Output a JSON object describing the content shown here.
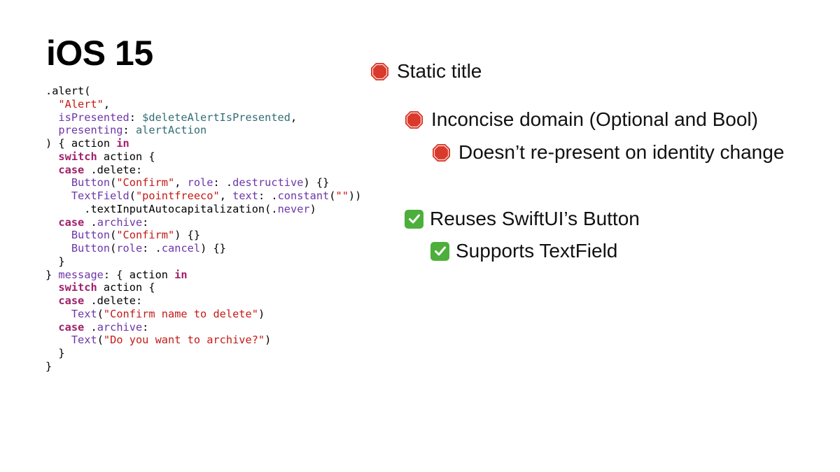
{
  "slide": {
    "title": "iOS 15",
    "code_lines": [
      [
        {
          "t": ".alert(",
          "c": "plain"
        }
      ],
      [
        {
          "t": "  ",
          "c": "plain"
        },
        {
          "t": "\"Alert\"",
          "c": "str"
        },
        {
          "t": ",",
          "c": "plain"
        }
      ],
      [
        {
          "t": "  ",
          "c": "plain"
        },
        {
          "t": "isPresented",
          "c": "lbl"
        },
        {
          "t": ": ",
          "c": "plain"
        },
        {
          "t": "$deleteAlertIsPresented",
          "c": "id"
        },
        {
          "t": ",",
          "c": "plain"
        }
      ],
      [
        {
          "t": "  ",
          "c": "plain"
        },
        {
          "t": "presenting",
          "c": "lbl"
        },
        {
          "t": ": ",
          "c": "plain"
        },
        {
          "t": "alertAction",
          "c": "id"
        }
      ],
      [
        {
          "t": ") { action ",
          "c": "plain"
        },
        {
          "t": "in",
          "c": "kw"
        }
      ],
      [
        {
          "t": "  ",
          "c": "plain"
        },
        {
          "t": "switch",
          "c": "kw"
        },
        {
          "t": " action {",
          "c": "plain"
        }
      ],
      [
        {
          "t": "  ",
          "c": "plain"
        },
        {
          "t": "case",
          "c": "kw"
        },
        {
          "t": " .delete:",
          "c": "plain"
        }
      ],
      [
        {
          "t": "    ",
          "c": "plain"
        },
        {
          "t": "Button",
          "c": "lbl"
        },
        {
          "t": "(",
          "c": "plain"
        },
        {
          "t": "\"Confirm\"",
          "c": "str"
        },
        {
          "t": ", ",
          "c": "plain"
        },
        {
          "t": "role",
          "c": "lbl"
        },
        {
          "t": ": .",
          "c": "plain"
        },
        {
          "t": "destructive",
          "c": "lbl"
        },
        {
          "t": ") {}",
          "c": "plain"
        }
      ],
      [
        {
          "t": "    ",
          "c": "plain"
        },
        {
          "t": "TextField",
          "c": "lbl"
        },
        {
          "t": "(",
          "c": "plain"
        },
        {
          "t": "\"pointfreeco\"",
          "c": "str"
        },
        {
          "t": ", ",
          "c": "plain"
        },
        {
          "t": "text",
          "c": "lbl"
        },
        {
          "t": ": .",
          "c": "plain"
        },
        {
          "t": "constant",
          "c": "lbl"
        },
        {
          "t": "(",
          "c": "plain"
        },
        {
          "t": "\"\"",
          "c": "str"
        },
        {
          "t": "))",
          "c": "plain"
        }
      ],
      [
        {
          "t": "      .",
          "c": "plain"
        },
        {
          "t": "textInputAutocapitalization",
          "c": "plain"
        },
        {
          "t": "(.",
          "c": "plain"
        },
        {
          "t": "never",
          "c": "lbl"
        },
        {
          "t": ")",
          "c": "plain"
        }
      ],
      [
        {
          "t": "  ",
          "c": "plain"
        },
        {
          "t": "case",
          "c": "kw"
        },
        {
          "t": " .",
          "c": "plain"
        },
        {
          "t": "archive",
          "c": "lbl"
        },
        {
          "t": ":",
          "c": "plain"
        }
      ],
      [
        {
          "t": "    ",
          "c": "plain"
        },
        {
          "t": "Button",
          "c": "lbl"
        },
        {
          "t": "(",
          "c": "plain"
        },
        {
          "t": "\"Confirm\"",
          "c": "str"
        },
        {
          "t": ") {}",
          "c": "plain"
        }
      ],
      [
        {
          "t": "    ",
          "c": "plain"
        },
        {
          "t": "Button",
          "c": "lbl"
        },
        {
          "t": "(",
          "c": "plain"
        },
        {
          "t": "role",
          "c": "lbl"
        },
        {
          "t": ": .",
          "c": "plain"
        },
        {
          "t": "cancel",
          "c": "lbl"
        },
        {
          "t": ") {}",
          "c": "plain"
        }
      ],
      [
        {
          "t": "  }",
          "c": "plain"
        }
      ],
      [
        {
          "t": "} ",
          "c": "plain"
        },
        {
          "t": "message",
          "c": "lbl"
        },
        {
          "t": ": { action ",
          "c": "plain"
        },
        {
          "t": "in",
          "c": "kw"
        }
      ],
      [
        {
          "t": "  ",
          "c": "plain"
        },
        {
          "t": "switch",
          "c": "kw"
        },
        {
          "t": " action {",
          "c": "plain"
        }
      ],
      [
        {
          "t": "  ",
          "c": "plain"
        },
        {
          "t": "case",
          "c": "kw"
        },
        {
          "t": " .delete:",
          "c": "plain"
        }
      ],
      [
        {
          "t": "    ",
          "c": "plain"
        },
        {
          "t": "Text",
          "c": "lbl"
        },
        {
          "t": "(",
          "c": "plain"
        },
        {
          "t": "\"Confirm name to delete\"",
          "c": "str"
        },
        {
          "t": ")",
          "c": "plain"
        }
      ],
      [
        {
          "t": "  ",
          "c": "plain"
        },
        {
          "t": "case",
          "c": "kw"
        },
        {
          "t": " .",
          "c": "plain"
        },
        {
          "t": "archive",
          "c": "lbl"
        },
        {
          "t": ":",
          "c": "plain"
        }
      ],
      [
        {
          "t": "    ",
          "c": "plain"
        },
        {
          "t": "Text",
          "c": "lbl"
        },
        {
          "t": "(",
          "c": "plain"
        },
        {
          "t": "\"Do you want to archive?\"",
          "c": "str"
        },
        {
          "t": ")",
          "c": "plain"
        }
      ],
      [
        {
          "t": "  }",
          "c": "plain"
        }
      ],
      [
        {
          "t": "}",
          "c": "plain"
        }
      ]
    ],
    "bullets": [
      {
        "icon": "stop-sign-icon",
        "text": "Static title"
      },
      {
        "icon": "stop-sign-icon",
        "text": "Inconcise domain (Optional and Bool)"
      },
      {
        "icon": "stop-sign-icon",
        "text": "Doesn’t re-present on identity change"
      },
      {
        "icon": "check-mark-icon",
        "text": "Reuses SwiftUI’s Button"
      },
      {
        "icon": "check-mark-icon",
        "text": "Supports TextField"
      }
    ]
  },
  "colors": {
    "keyword": "#a1206a",
    "string": "#c41a16",
    "label": "#6c36a9",
    "identifier": "#326d74",
    "stop_red": "#d93a2b",
    "check_green": "#4caf3b"
  }
}
